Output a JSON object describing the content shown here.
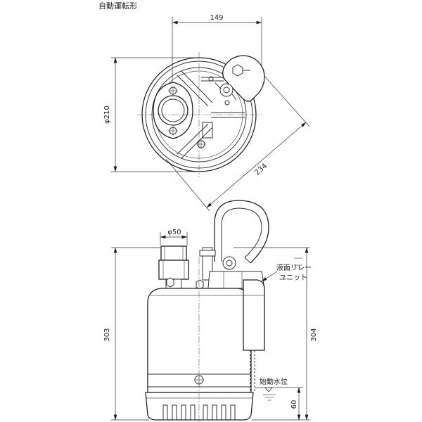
{
  "title": "自動運転形",
  "dimensions": {
    "top_width": "149",
    "top_diameter": "φ210",
    "top_diagonal": "234",
    "outlet_diameter": "φ50",
    "height_left": "303",
    "height_right": "304",
    "start_level_height": "60"
  },
  "labels": {
    "relay_line1": "液面リレー",
    "relay_line2": "ユニット",
    "start_level": "始動水位"
  }
}
